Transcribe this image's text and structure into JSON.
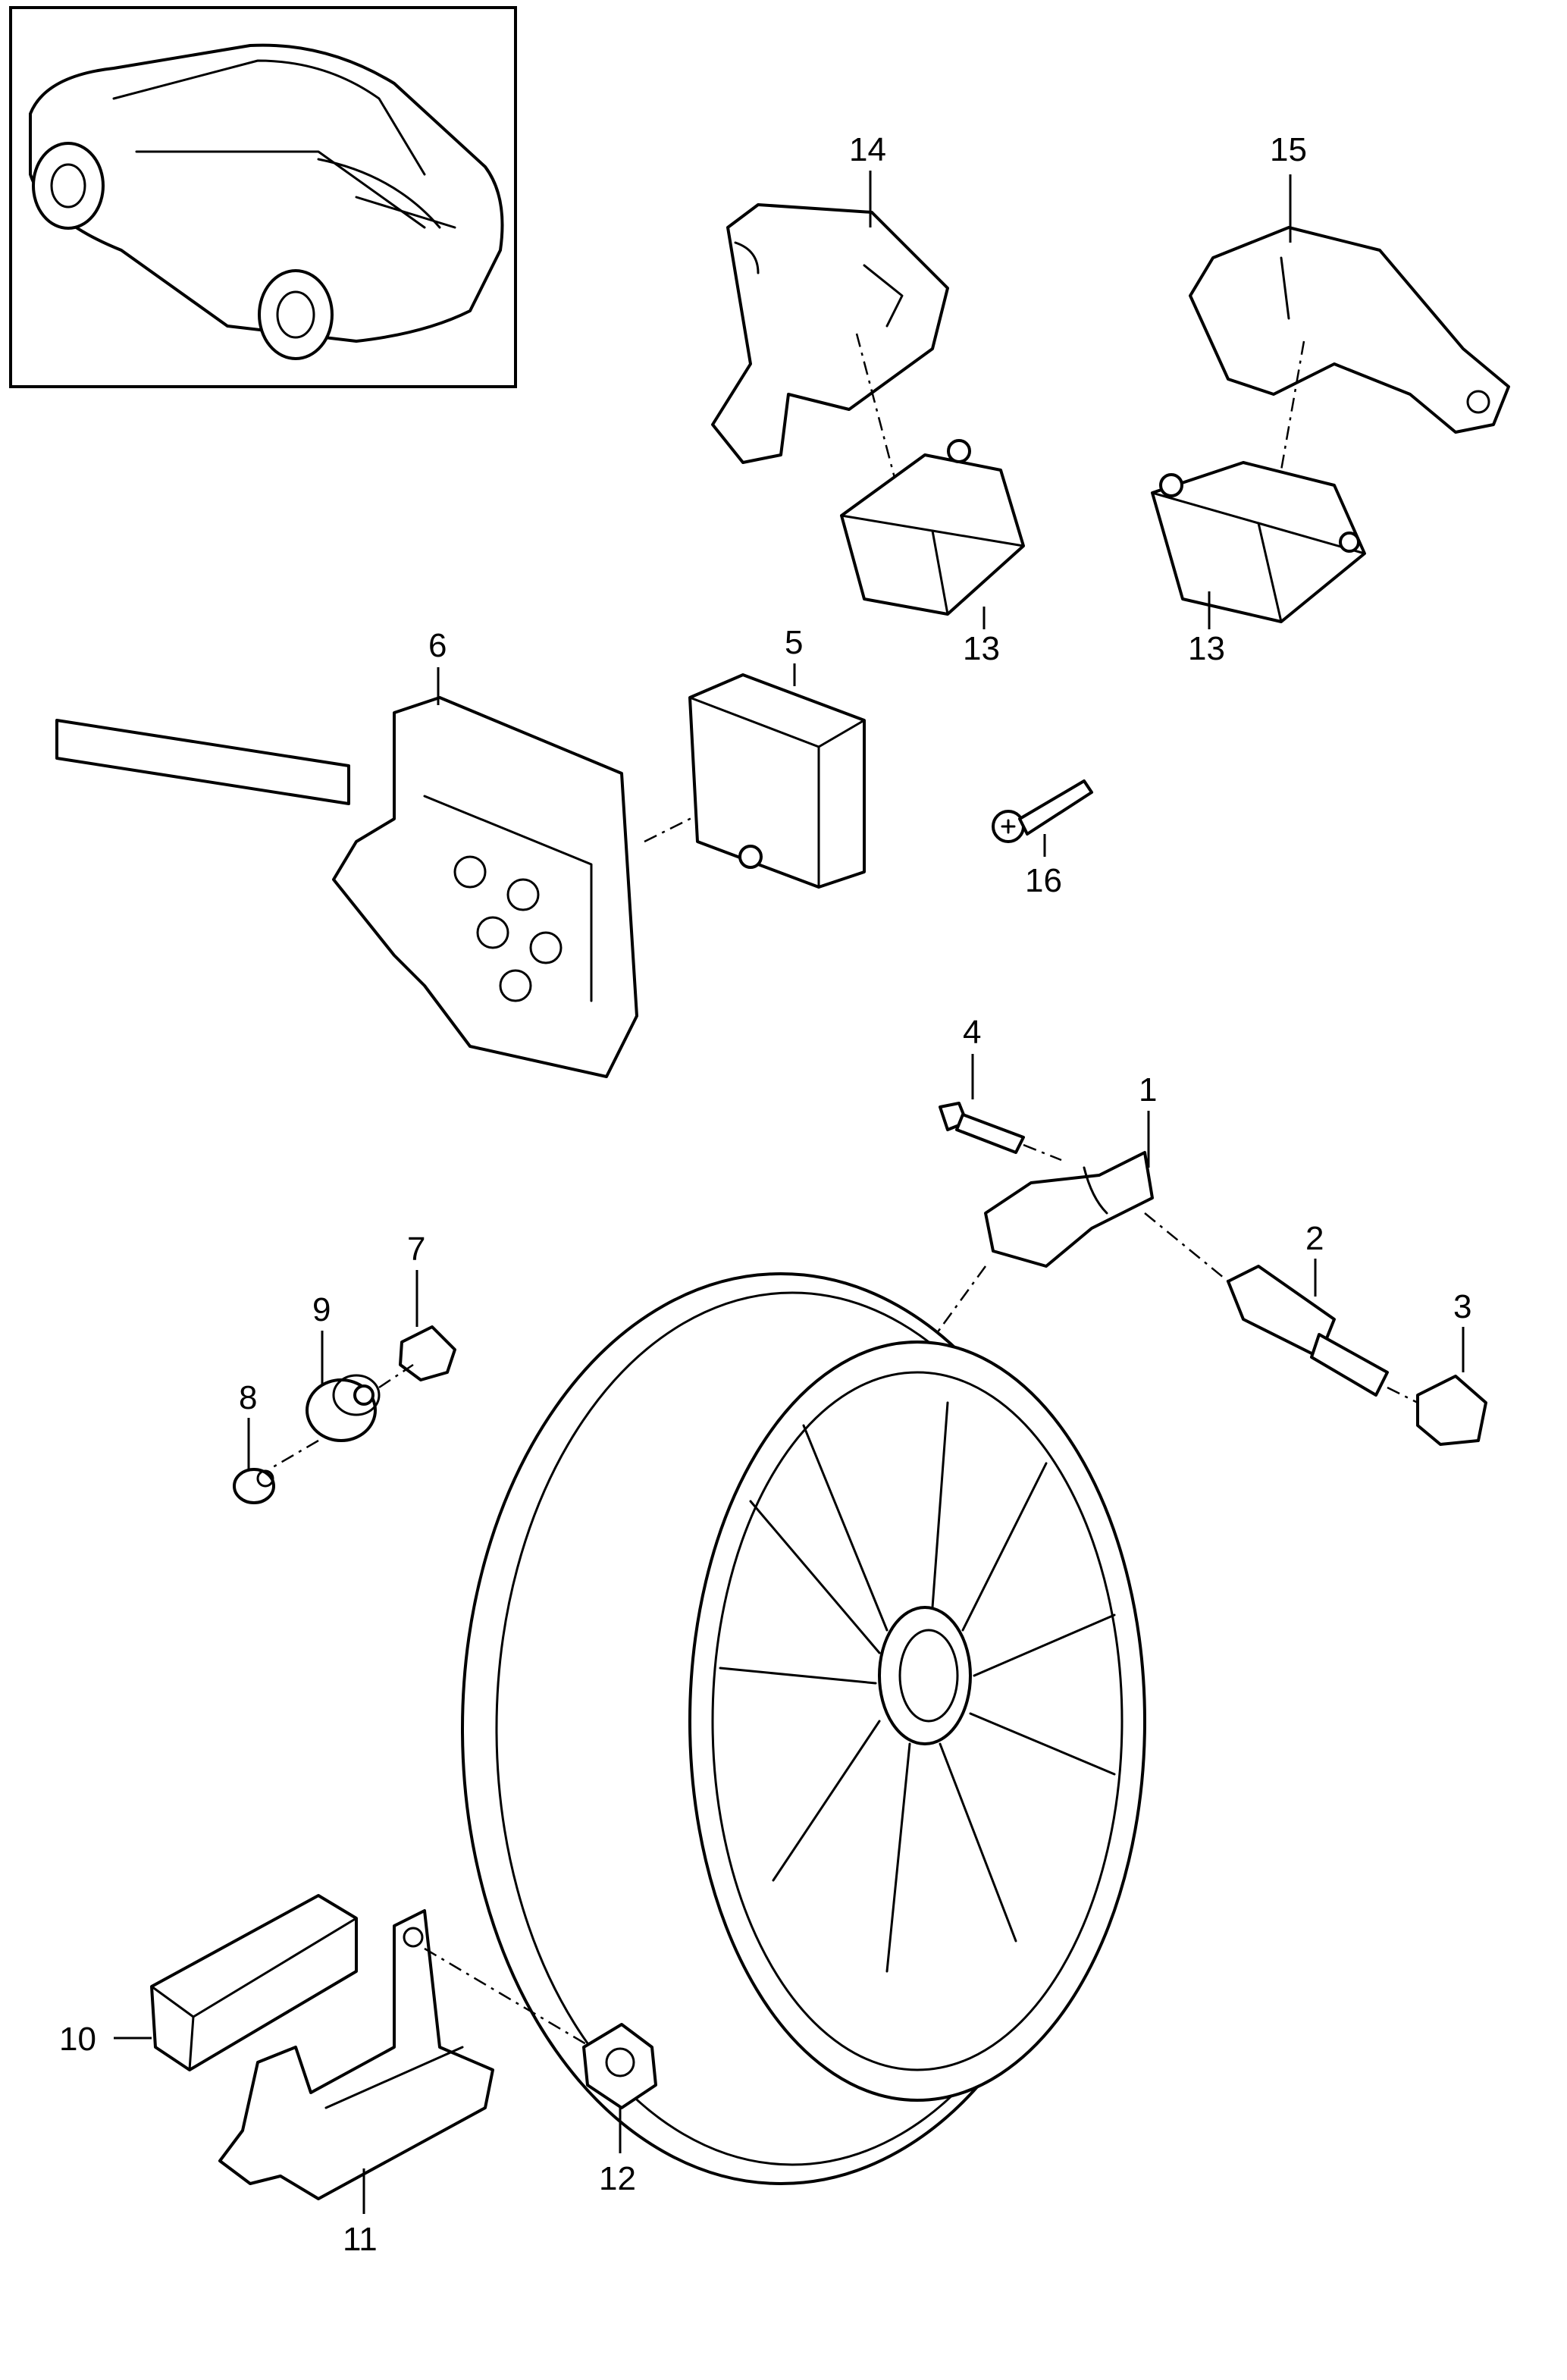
{
  "callouts": {
    "c1": "1",
    "c2": "2",
    "c3": "3",
    "c4": "4",
    "c5": "5",
    "c6": "6",
    "c7": "7",
    "c8": "8",
    "c9": "9",
    "c10": "10",
    "c11": "11",
    "c12": "12",
    "c13a": "13",
    "c13b": "13",
    "c14": "14",
    "c15": "15",
    "c16": "16"
  }
}
